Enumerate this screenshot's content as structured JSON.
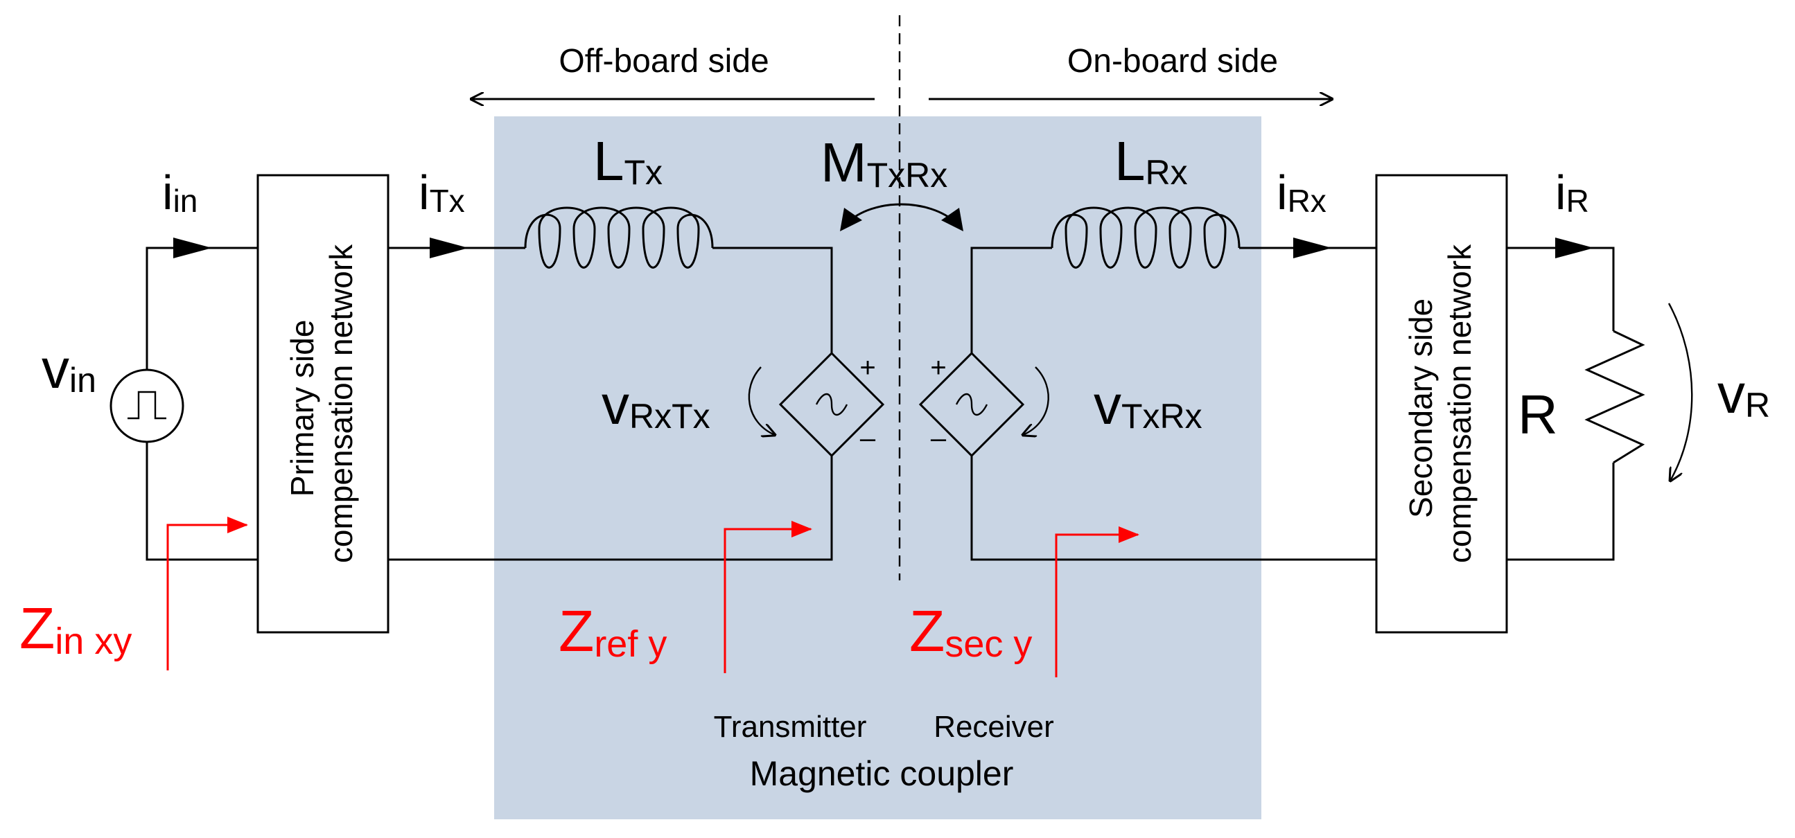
{
  "sides": {
    "off_board": "Off-board side",
    "on_board": "On-board side"
  },
  "inductors": {
    "tx_main": "L",
    "tx_sub": "Tx",
    "rx_main": "L",
    "rx_sub": "Rx"
  },
  "mutual": {
    "main": "M",
    "sub": "TxRx"
  },
  "currents": {
    "in_main": "i",
    "in_sub": "in",
    "tx_main": "i",
    "tx_sub": "Tx",
    "rx_main": "i",
    "rx_sub": "Rx",
    "r_main": "i",
    "r_sub": "R"
  },
  "voltages": {
    "in_main": "v",
    "in_sub": "in",
    "rxtx_main": "v",
    "rxtx_sub": "RxTx",
    "txrx_main": "v",
    "txrx_sub": "TxRx",
    "r_main": "v",
    "r_sub": "R"
  },
  "polarity": {
    "plus": "+",
    "minus": "–"
  },
  "blocks": {
    "primary_line1": "Primary side",
    "primary_line2": "compensation network",
    "secondary_line1": "Secondary side",
    "secondary_line2": "compensation network"
  },
  "resistor_label": "R",
  "impedances": {
    "in_main": "Z",
    "in_sub": "in xy",
    "ref_main": "Z",
    "ref_sub": "ref y",
    "sec_main": "Z",
    "sec_sub": "sec y"
  },
  "coupler": {
    "transmitter": "Transmitter",
    "receiver": "Receiver",
    "title": "Magnetic coupler"
  },
  "colors": {
    "coupler_fill": "#c9d5e4",
    "impedance": "#ff0000",
    "wire": "#000000"
  }
}
